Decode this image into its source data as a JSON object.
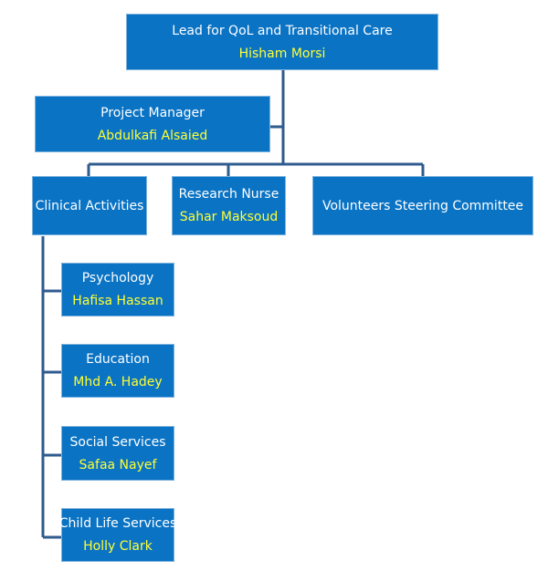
{
  "colors": {
    "box_fill": "#0a73c4",
    "connector": "#2f5b8f",
    "role_text": "#ffffff",
    "person_text": "#ffff33"
  },
  "org": {
    "lead": {
      "role": "Lead for QoL and Transitional Care",
      "person": "Hisham Morsi"
    },
    "project_manager": {
      "role": "Project Manager",
      "person": "Abdulkafi Alsaied"
    },
    "clinical_activities": {
      "role": "Clinical Activities"
    },
    "research_nurse": {
      "role": "Research Nurse",
      "person": "Sahar Maksoud"
    },
    "volunteers": {
      "role": "Volunteers Steering Committee"
    },
    "psychology": {
      "role": "Psychology",
      "person": "Hafisa Hassan"
    },
    "education": {
      "role": "Education",
      "person": "Mhd A. Hadey"
    },
    "social_services": {
      "role": "Social Services",
      "person": "Safaa Nayef"
    },
    "child_life": {
      "role": "Child Life Services",
      "person": "Holly Clark"
    }
  }
}
